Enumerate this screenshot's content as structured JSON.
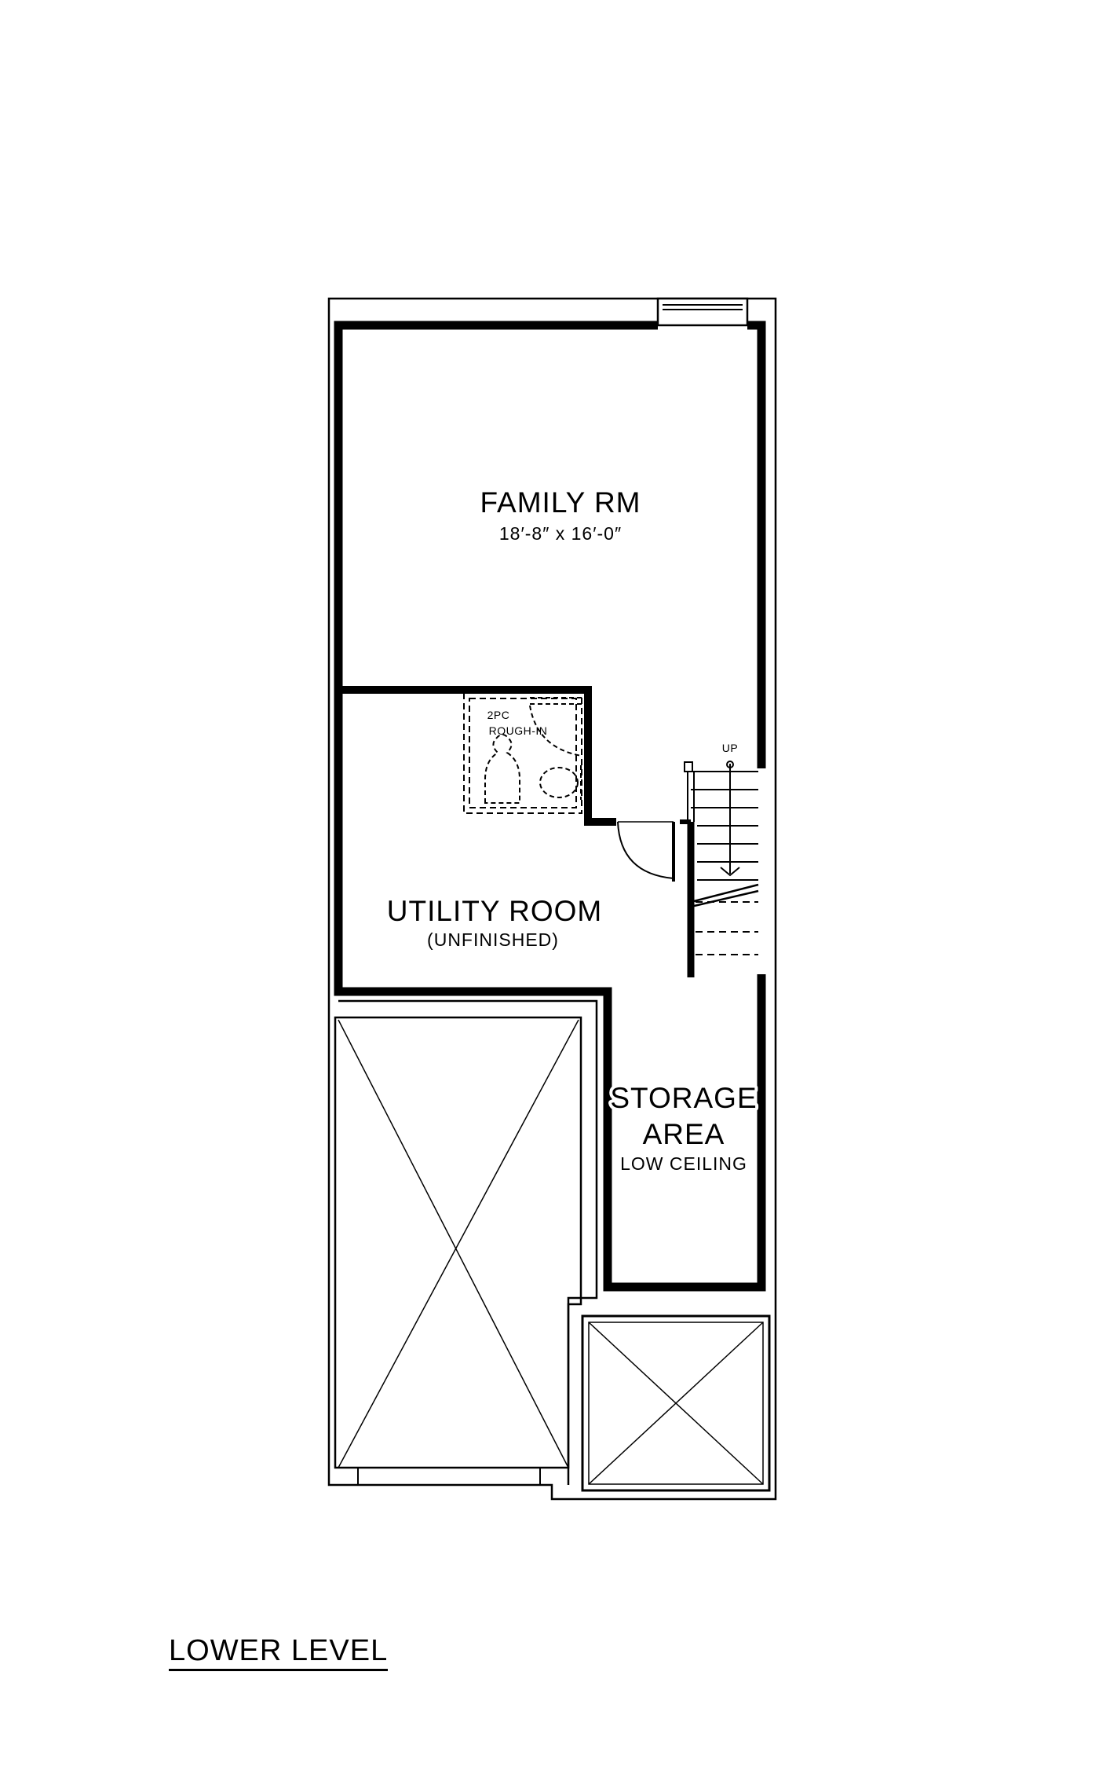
{
  "plan": {
    "level_title": "LOWER LEVEL",
    "rooms": {
      "family_room": {
        "name": "FAMILY RM",
        "dimensions": "18′-8″ x 16′-0″"
      },
      "bathroom": {
        "line1": "2PC",
        "line2": "ROUGH-IN"
      },
      "utility_room": {
        "name": "UTILITY ROOM",
        "note": "(UNFINISHED)"
      },
      "storage": {
        "line1": "STORAGE",
        "line2": "AREA",
        "note": "LOW CEILING"
      }
    },
    "stair_label": "UP"
  }
}
